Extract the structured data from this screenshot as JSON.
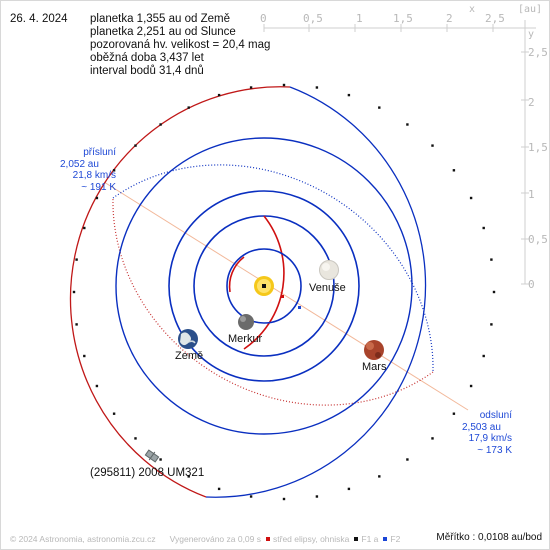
{
  "header": {
    "date": "26. 4. 2024",
    "lines": [
      "planetka 1,355 au od Země",
      "planetka 2,251 au od Slunce",
      "pozorovaná hv. velikost = 20,4 mag",
      "oběžná doba 3,437 let",
      "interval bodů 31,4 dnů"
    ]
  },
  "perihelion": {
    "title": "přísluní",
    "distance": "2,052 au",
    "speed": "21,8 km/s",
    "temp": "~ 191 K"
  },
  "aphelion": {
    "title": "odsluní",
    "distance": "2,503 au",
    "speed": "17,9 km/s",
    "temp": "~ 173 K"
  },
  "bodies": {
    "venus": "Venuše",
    "earth": "Země",
    "mercury": "Merkur",
    "mars": "Mars"
  },
  "asteroid": {
    "name": "(295811) 2008 UM321"
  },
  "axes": {
    "top_ticks": [
      "0",
      "0,5",
      "1",
      "1,5",
      "2",
      "2,5"
    ],
    "right_ticks": [
      "2,5",
      "2",
      "1,5",
      "1",
      "0,5",
      "0"
    ],
    "x_label": "x",
    "y_label": "y",
    "unit": "[au]"
  },
  "footer": {
    "copyright": "© 2024 Astronomia, astronomia.zcu.cz",
    "generated": "Vygenerováno za 0,09 s",
    "legend_center": "střed elipsy, ohniska",
    "legend_f1": "F1 a",
    "legend_f2": "F2",
    "scale": "Měřítko : 0,0108 au/bod"
  },
  "colors": {
    "mercury_orbit": "#d01010",
    "venus_orbit": "#0a2fc0",
    "earth_orbit": "#0a2fc0",
    "mars_orbit": "#d01010",
    "asteroid_orbit_red": "#c01818",
    "asteroid_orbit_blue": "#0a2fc0",
    "apsis_line": "#f2b89a",
    "side_text": "#1f49d6"
  }
}
